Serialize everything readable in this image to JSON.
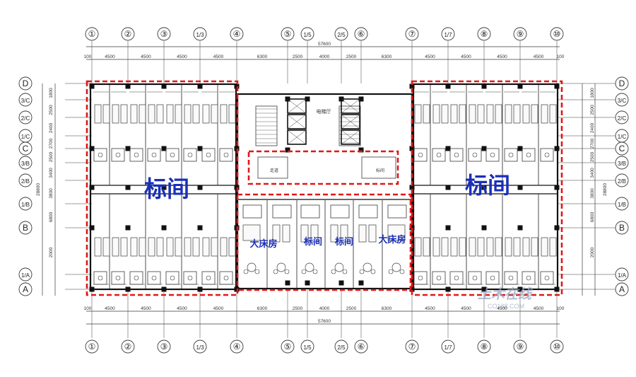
{
  "colors": {
    "line": "#3a3a3a",
    "wall": "#111111",
    "zone": "#e01818",
    "label": "#1a2fb8",
    "watermark": "#9aa6c2"
  },
  "grid": {
    "columns": [
      "①",
      "②",
      "③",
      "1/3",
      "④",
      "⑤",
      "1/5",
      "2/5",
      "⑥",
      "⑦",
      "1/7",
      "⑧",
      "⑨",
      "⑩"
    ],
    "rows": [
      "D",
      "3/C",
      "2/C",
      "1/C",
      "C",
      "3/B",
      "2/B",
      "1/B",
      "B",
      "1/A",
      "A"
    ]
  },
  "dimensions": {
    "top_segments": [
      "4500",
      "4500",
      "4500",
      "4500",
      "6300",
      "2500",
      "4000",
      "2500",
      "6300",
      "4500",
      "4500",
      "4500",
      "4500"
    ],
    "top_total": "57600",
    "bottom_segments": [
      "4500",
      "4500",
      "4500",
      "4500",
      "6300",
      "2500",
      "4000",
      "2500",
      "6300",
      "4500",
      "4500",
      "4500",
      "4500"
    ],
    "bottom_total": "57600",
    "edge_left": "100",
    "edge_right": "100",
    "left_segments": [
      "1800",
      "2500",
      "2400",
      "2700",
      "2500",
      "3400",
      "3800",
      "6800",
      "2000"
    ],
    "left_total": "28800",
    "right_segments": [
      "1800",
      "2500",
      "2400",
      "2700",
      "2500",
      "3400",
      "3800",
      "6800",
      "2000"
    ],
    "right_total": "28800"
  },
  "labels": {
    "left_zone": "标间",
    "right_zone": "标间",
    "king_left": "大床房",
    "std_mid_1": "标间",
    "std_mid_2": "标间",
    "king_right": "大床房"
  },
  "small_labels": {
    "elevator_hall": "电梯厅",
    "room": "标间",
    "corridor": "走道"
  },
  "watermark": {
    "main": "土木在线",
    "sub": "CO188.COM"
  }
}
